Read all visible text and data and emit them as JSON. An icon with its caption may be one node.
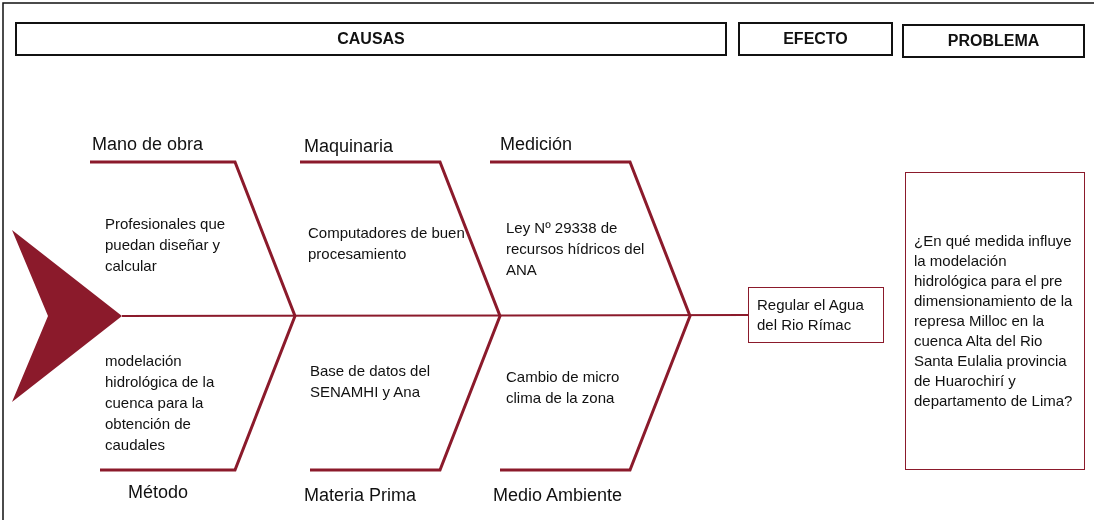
{
  "diagram": {
    "nodes": [
      {
        "text": [
          "CAUSAS"
        ]
      },
      {
        "text": [
          "EFECTO"
        ]
      },
      {
        "text": [
          "PROBLEMA"
        ]
      },
      {
        "text": [],
        "shape": "chevron"
      },
      {
        "text": [
          "Regular el Agua del Rio Rímac"
        ]
      },
      {
        "text": [
          "¿En qué medida influye la modelación hidrológica para el pre dimensionamiento de la represa Milloc en la cuenca Alta del Rio Santa Eulalia provincia de Huarochirí y departamento de Lima?"
        ]
      }
    ],
    "edges": [
      {
        "from": 3,
        "to": 4,
        "arrow": "none"
      }
    ],
    "labels": [
      "Mano de obra",
      "Maquinaria",
      "Medición",
      "Profesionales que puedan diseñar y calcular",
      "Computadores de buen procesamiento",
      "Ley Nº 29338 de recursos hídricos del ANA",
      "modelación hidrológica de la cuenca para la obtención de caudales",
      "Base de datos del SENAMHI y Ana",
      "Cambio de micro clima de la zona",
      "Método",
      "Materia Prima",
      "Medio Ambiente"
    ]
  }
}
